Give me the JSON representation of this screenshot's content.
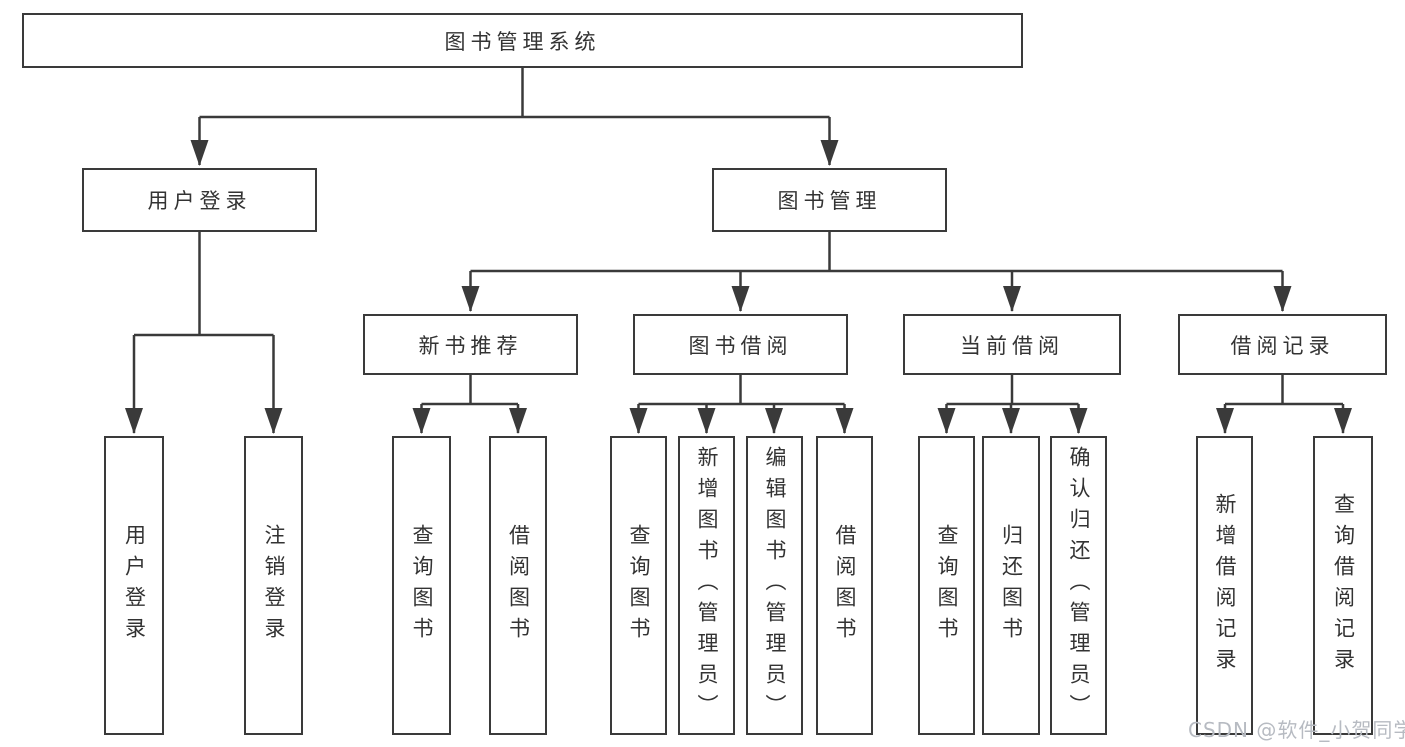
{
  "diagram_type": "hierarchy",
  "colors": {
    "line": "#3a3a3a",
    "text": "#333333",
    "background": "#ffffff",
    "watermark": "#b7bbc2"
  },
  "tree": {
    "label": "图书管理系统",
    "children": [
      {
        "label": "用户登录",
        "children": [
          {
            "label": "用户登录"
          },
          {
            "label": "注销登录"
          }
        ]
      },
      {
        "label": "图书管理",
        "children": [
          {
            "label": "新书推荐",
            "children": [
              {
                "label": "查询图书"
              },
              {
                "label": "借阅图书"
              }
            ]
          },
          {
            "label": "图书借阅",
            "children": [
              {
                "label": "查询图书"
              },
              {
                "label": "新增图书（管理员）"
              },
              {
                "label": "编辑图书（管理员）"
              },
              {
                "label": "借阅图书"
              }
            ]
          },
          {
            "label": "当前借阅",
            "children": [
              {
                "label": "查询图书"
              },
              {
                "label": "归还图书"
              },
              {
                "label": "确认归还（管理员）"
              }
            ]
          },
          {
            "label": "借阅记录",
            "children": [
              {
                "label": "新增借阅记录"
              },
              {
                "label": "查询借阅记录"
              }
            ]
          }
        ]
      }
    ]
  },
  "watermark": {
    "text": "CSDN @软件_小贺同学"
  }
}
